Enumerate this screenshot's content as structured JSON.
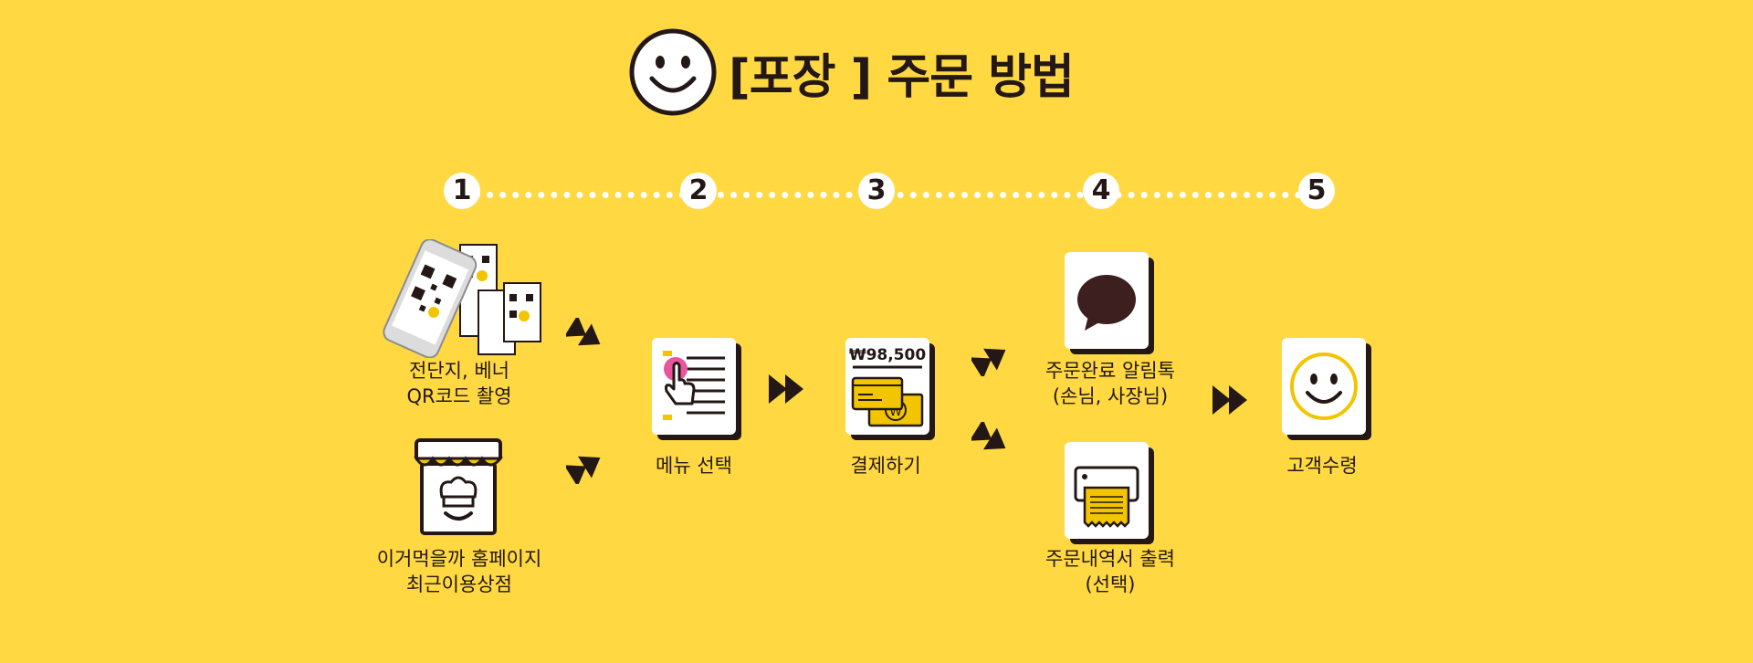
{
  "title": "[포장 ] 주문 방법",
  "steps": [
    "1",
    "2",
    "3",
    "4",
    "5"
  ],
  "labels": {
    "qr_line1": "전단지, 베너",
    "qr_line2": "QR코드 촬영",
    "recent_line1": "이거먹을까 홈페이지",
    "recent_line2": "최근이용상점",
    "menu": "메뉴 선택",
    "payment": "결제하기",
    "alarm_line1": "주문완료 알림톡",
    "alarm_line2": "(손님, 사장님)",
    "receipt_line1": "주문내역서 출력",
    "receipt_line2": "(선택)",
    "pickup": "고객수령"
  },
  "payment_amount": "₩98,500",
  "won_symbol": "₩",
  "colors": {
    "background": "#FFD842",
    "ink": "#231815",
    "accent_yellow": "#F2C500",
    "pink": "#E8559B",
    "chat_bubble": "#3C1F1E"
  },
  "icons": [
    "smiley-icon",
    "qr-phone-icon",
    "store-chef-icon",
    "menu-touch-icon",
    "payment-card-icon",
    "chat-bubble-icon",
    "receipt-printer-icon",
    "double-arrow-icon"
  ]
}
